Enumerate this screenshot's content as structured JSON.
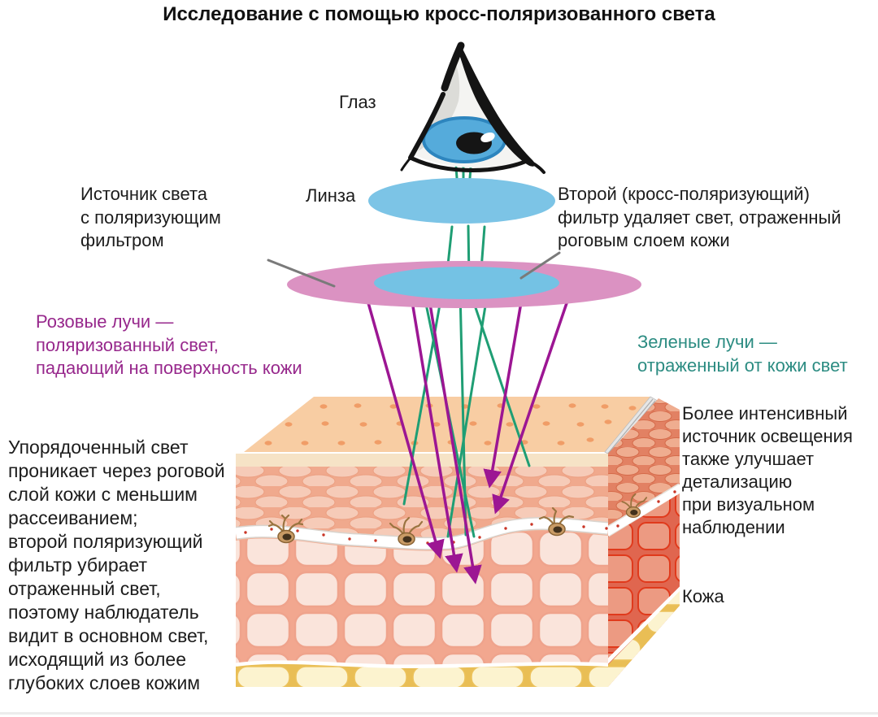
{
  "title": "Исследование с помощью кросс-поляризованного света",
  "diagram": {
    "labels": {
      "eye": "Глаз",
      "lens": "Линза",
      "light_source": "Источник света\nс поляризующим\nфильтром",
      "second_filter": "Второй (кросс-поляризующий)\nфильтр удаляет свет, отраженный\nроговым слоем кожи",
      "pink_rays_note": "Розовые лучи —\nполяризованный свет,\nпадающий на поверхность кожи",
      "green_rays_note": "Зеленые лучи —\nотраженный от кожи свет",
      "left_note": "Упорядоченный свет\nпроникает через роговой\nслой кожи с меньшим\nрассеиванием;\nвторой поляризующий\nфильтр убирает\nотраженный свет,\nпоэтому наблюдатель\nвидит в основном свет,\nисходящий из более\nглубоких слоев кожим",
      "right_note": "Более интенсивный\nисточник освещения\nтакже улучшает\nдетализацию\nпри визуальном\nнаблюдении",
      "skin": "Кожа"
    },
    "colors": {
      "pink_ray": "#9C1693",
      "green_ray": "#1F9E74",
      "pink_text": "#97288C",
      "green_text": "#2C8C82",
      "filter_pink": "#DB92C2",
      "filter_inner_blue": "#74C2E4",
      "lens_blue": "#7CC4E6",
      "skin_top": "#F8CDA3",
      "fat_yellow": "#FBF3CD"
    }
  }
}
